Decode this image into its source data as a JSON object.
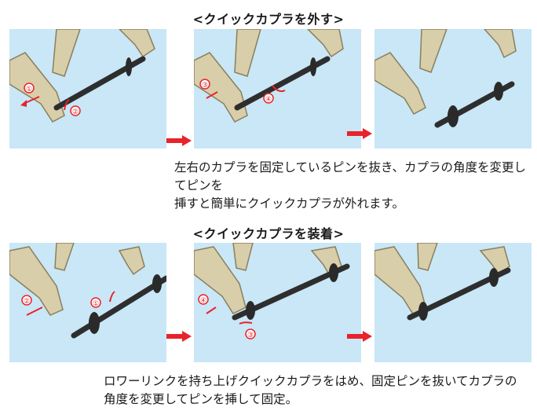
{
  "section1": {
    "title": "<クイックカプラを外す>",
    "description_line1": "左右のカプラを固定しているピンを抜き、カプラの角度を変更してピンを",
    "description_line2": "挿すと簡単にクイックカプラが外れます。",
    "callouts": [
      "①",
      "②",
      "③",
      "④"
    ]
  },
  "section2": {
    "title": "<クイックカプラを装着>",
    "description_line1": "ロワーリンクを持ち上げクイックカプラをはめ、固定ピンを抜いてカプラの",
    "description_line2": "角度を変更してピンを挿して固定。",
    "callouts": [
      "①",
      "②",
      "③",
      "④"
    ]
  },
  "colors": {
    "panel_bg": "#c9e7f6",
    "arrow_red": "#e8232b",
    "frame": "#d8ceaa",
    "frame_shade": "#9a8e6c",
    "shaft": "#2e2e2e"
  }
}
